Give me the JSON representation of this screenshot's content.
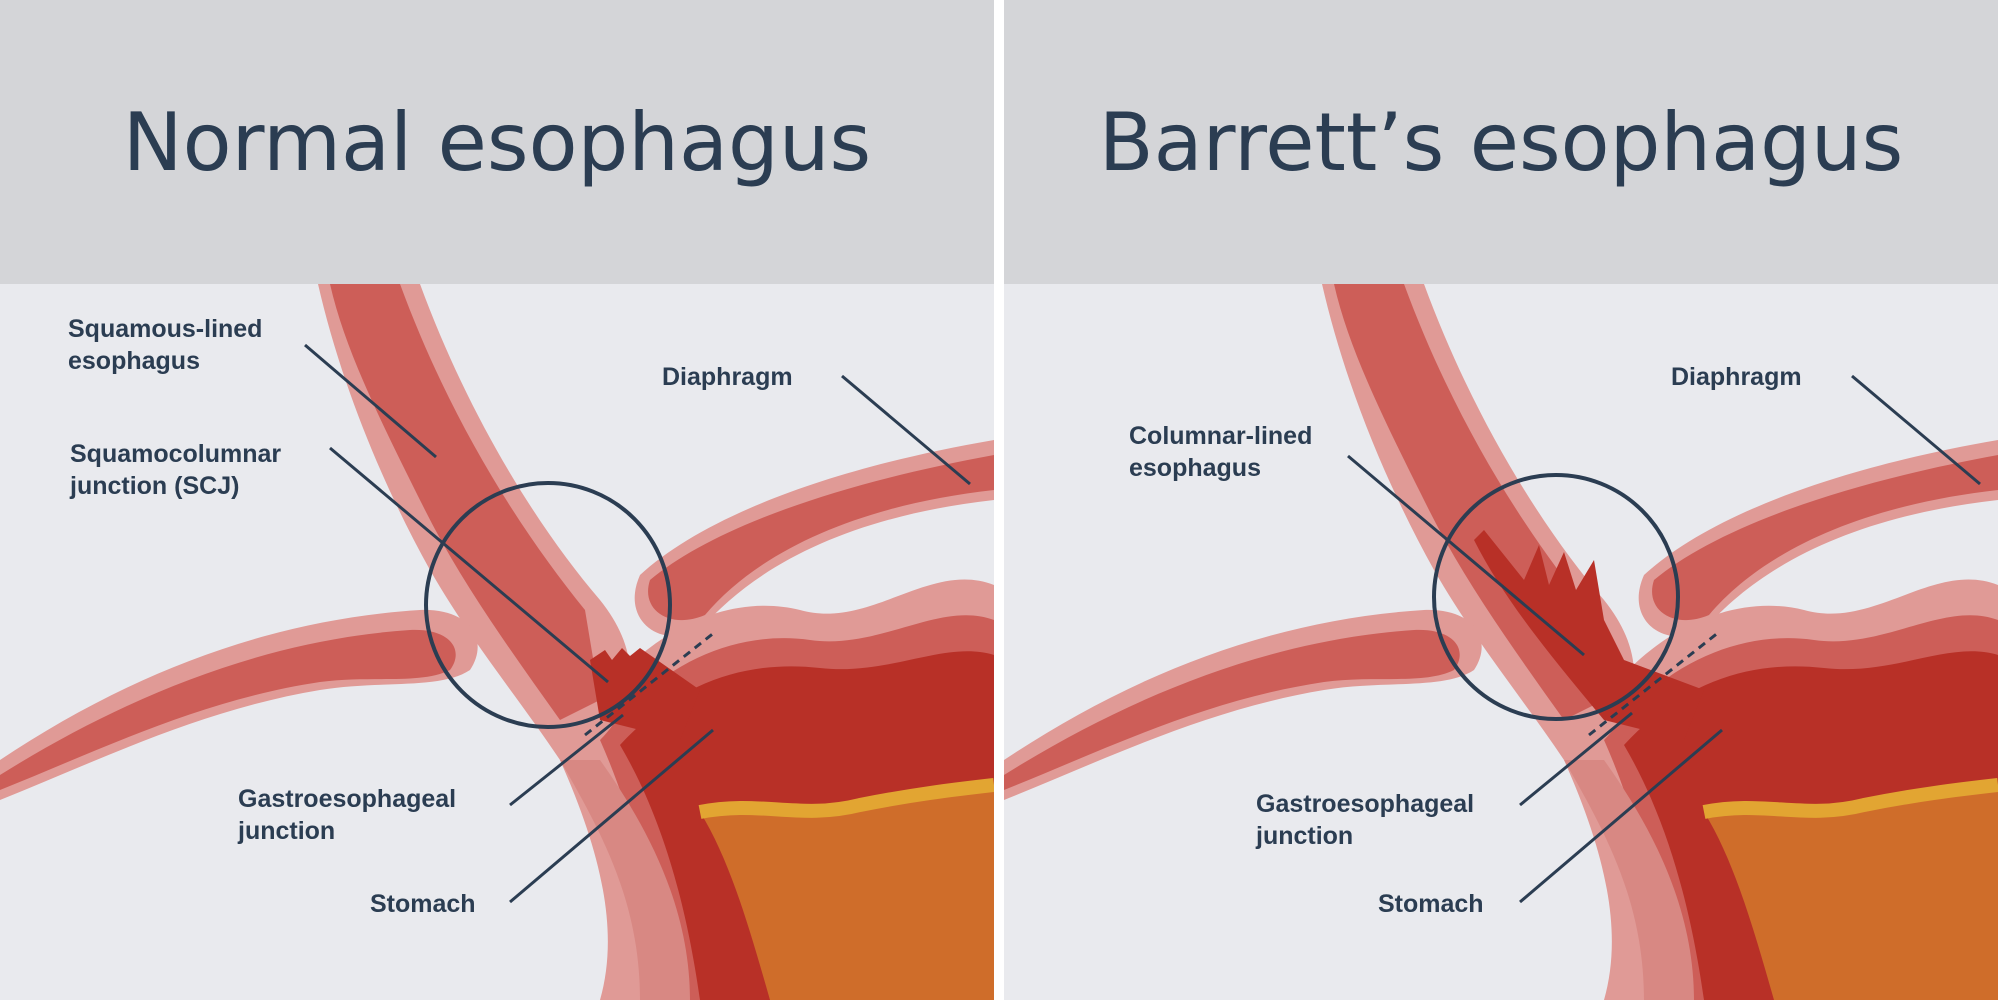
{
  "left": {
    "title": "Normal esophagus",
    "labels": {
      "squamous_1": "Squamous-lined",
      "squamous_2": "esophagus",
      "scj_1": "Squamocolumnar",
      "scj_2": "junction (SCJ)",
      "diaphragm": "Diaphragm",
      "gej_1": "Gastroesophageal",
      "gej_2": "junction",
      "stomach": "Stomach"
    }
  },
  "right": {
    "title": "Barrett’s esophagus",
    "labels": {
      "columnar_1": "Columnar-lined",
      "columnar_2": "esophagus",
      "diaphragm": "Diaphragm",
      "gej_1": "Gastroesophageal",
      "gej_2": "junction",
      "stomach": "Stomach"
    }
  },
  "colors": {
    "title_bar": "#d4d5d8",
    "background": "#e9eaee",
    "text": "#2b3d52",
    "outer_wall": "#e09a96",
    "muscle": "#cd5e58",
    "lumen_red": "#b83027",
    "stomach_content": "#cf6d2a",
    "fat_line": "#e2a532"
  }
}
